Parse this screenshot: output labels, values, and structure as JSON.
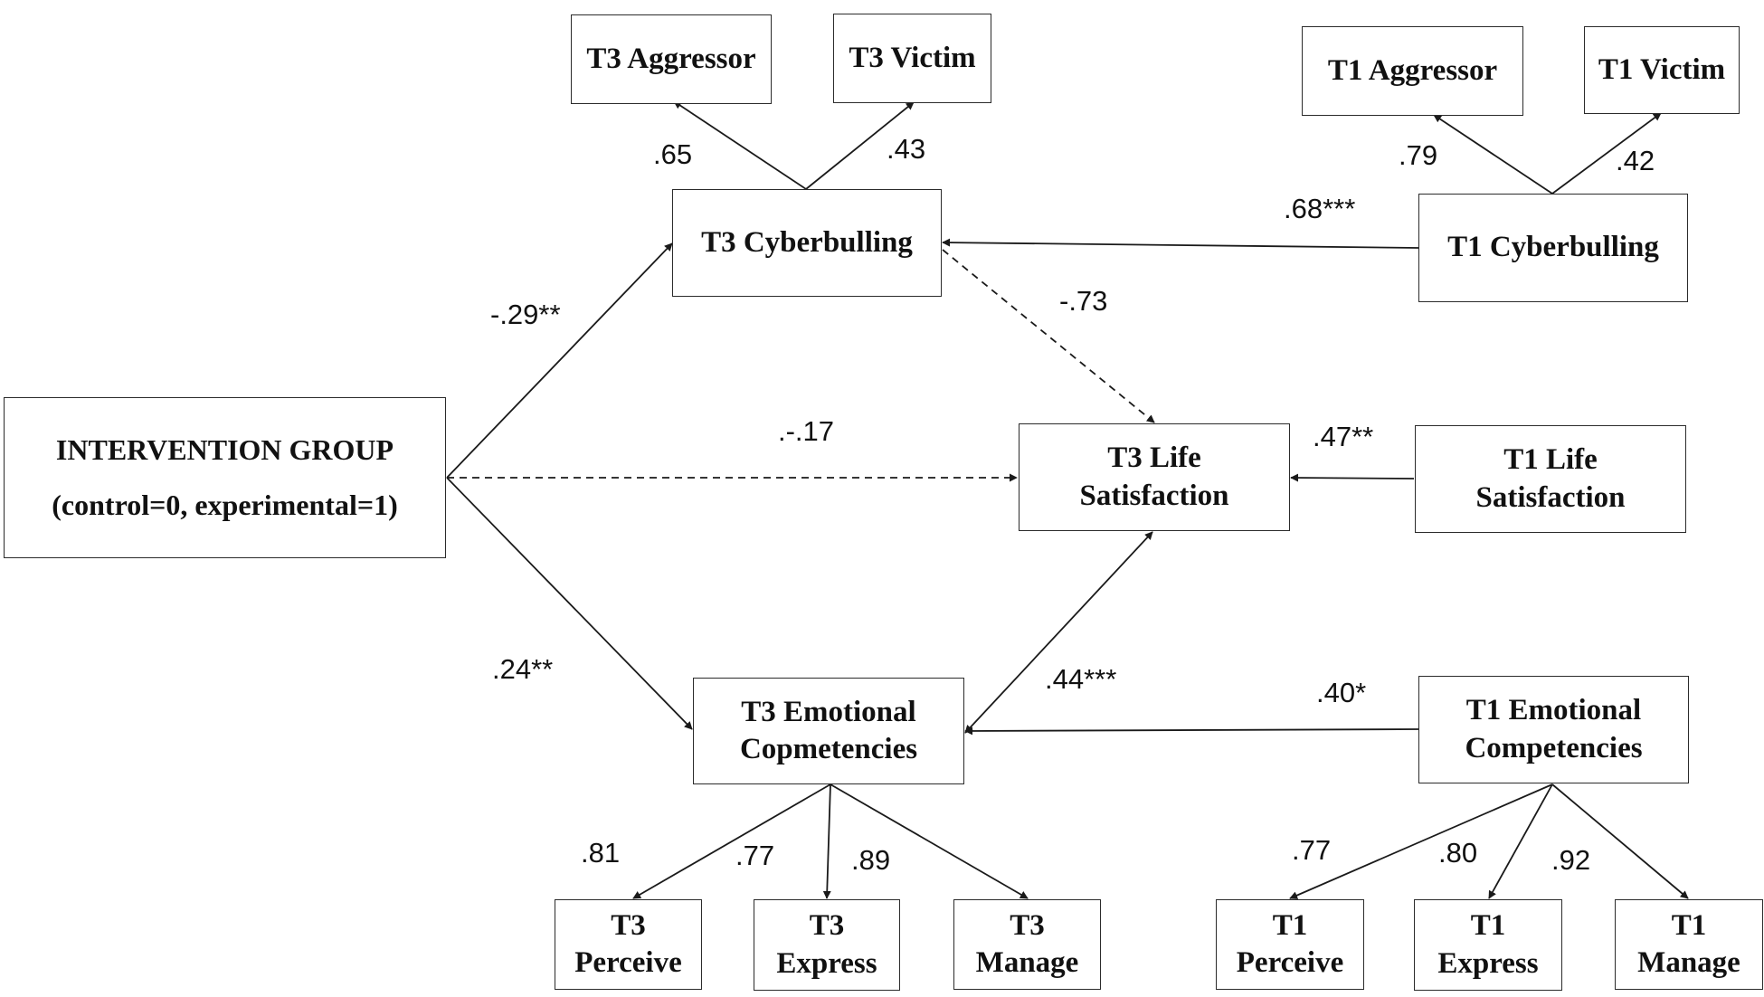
{
  "nodes": {
    "t3_aggressor": {
      "label": "T3 Aggressor"
    },
    "t3_victim": {
      "label": "T3 Victim"
    },
    "t1_aggressor": {
      "label": "T1 Aggressor"
    },
    "t1_victim": {
      "label": "T1 Victim"
    },
    "t3_cyberbulling": {
      "label": "T3 Cyberbulling"
    },
    "t1_cyberbulling": {
      "label": "T1 Cyberbulling"
    },
    "intervention_group": {
      "line1": "INTERVENTION GROUP",
      "line2": "(control=0, experimental=1)"
    },
    "t3_life_satisfaction": {
      "line1": "T3 Life",
      "line2": "Satisfaction"
    },
    "t1_life_satisfaction": {
      "line1": "T1 Life",
      "line2": "Satisfaction"
    },
    "t3_emotional_competencies": {
      "line1": "T3 Emotional",
      "line2": "Copmetencies"
    },
    "t1_emotional_competencies": {
      "line1": "T1 Emotional",
      "line2": "Competencies"
    },
    "t3_perceive": {
      "line1": "T3",
      "line2": "Perceive"
    },
    "t3_express": {
      "line1": "T3",
      "line2": "Express"
    },
    "t3_manage": {
      "line1": "T3",
      "line2": "Manage"
    },
    "t1_perceive": {
      "line1": "T1",
      "line2": "Perceive"
    },
    "t1_express": {
      "line1": "T1",
      "line2": "Express"
    },
    "t1_manage": {
      "line1": "T1",
      "line2": "Manage"
    }
  },
  "coefficients": {
    "t3cb_aggressor": ".65",
    "t3cb_victim": ".43",
    "t1cb_aggressor": ".79",
    "t1cb_victim": ".42",
    "t1cb_to_t3cb": ".68***",
    "intervention_to_t3cb": "-.29**",
    "t3cb_to_t3ls": "-.73",
    "intervention_to_t3ls": ".-.17",
    "t1ls_to_t3ls": ".47**",
    "intervention_to_t3ec": ".24**",
    "t3ec_t3ls": ".44***",
    "t1ec_to_t3ec": ".40*",
    "t3ec_perceive": ".81",
    "t3ec_express": ".77",
    "t3ec_manage": ".89",
    "t1ec_perceive": ".77",
    "t1ec_express": ".80",
    "t1ec_manage": ".92"
  }
}
